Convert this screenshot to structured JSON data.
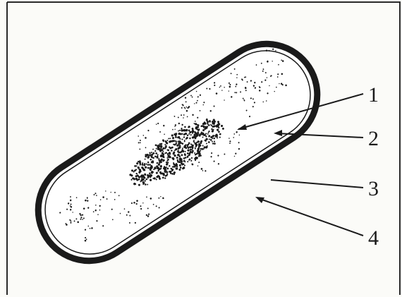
{
  "diagram": {
    "labels": [
      {
        "id": "1",
        "text": "1"
      },
      {
        "id": "2",
        "text": "2"
      },
      {
        "id": "3",
        "text": "3"
      },
      {
        "id": "4",
        "text": "4"
      }
    ],
    "colors": {
      "ink": "#1a1a1a",
      "cell_fill": "#ffffff",
      "background": "#fbfbf8",
      "border": "#2a2a2a"
    }
  }
}
